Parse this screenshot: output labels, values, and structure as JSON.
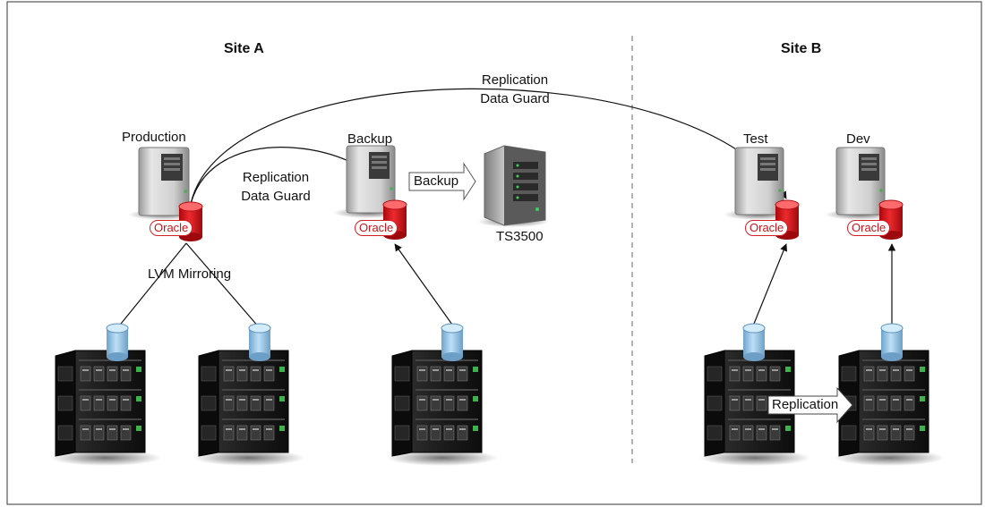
{
  "sites": {
    "a": "Site A",
    "b": "Site B"
  },
  "servers": {
    "production": "Production",
    "backup": "Backup",
    "test": "Test",
    "dev": "Dev"
  },
  "replication_top": {
    "line1": "Replication",
    "line2": "Data Guard"
  },
  "replication_mid": {
    "line1": "Replication",
    "line2": "Data Guard"
  },
  "database": "Oracle",
  "backup_arrow": "Backup",
  "tape_library": "TS3500",
  "lvm": "LVM Mirroring",
  "storage_replication": "Replication",
  "colors": {
    "oracle_red": "#d21f24",
    "storage_blue": "#8fc1e4",
    "server_gray": "#c8c8c8",
    "rack_black": "#1a1a1a"
  }
}
